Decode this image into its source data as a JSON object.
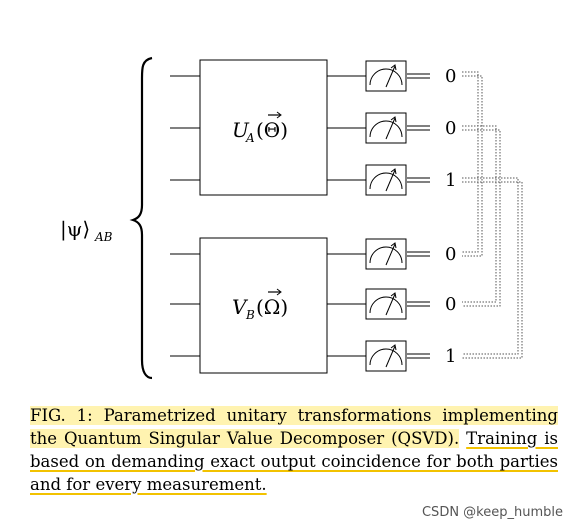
{
  "diagram": {
    "state_label": "|ψ⟩",
    "state_subscript": "AB",
    "unitaries": [
      {
        "label": "U",
        "sub": "A",
        "arg": "(Θ)"
      },
      {
        "label": "V",
        "sub": "B",
        "arg": "(Ω)"
      }
    ],
    "outputs": [
      "0",
      "0",
      "1",
      "0",
      "0",
      "1"
    ]
  },
  "caption": {
    "highlighted": "FIG. 1: Parametrized unitary transformations implementing the Quantum Singular Value Decomposer (QSVD).",
    "underlined": "Training is based on demanding exact output coincidence for both parties and for every measurement."
  },
  "watermark": "CSDN @keep_humble"
}
